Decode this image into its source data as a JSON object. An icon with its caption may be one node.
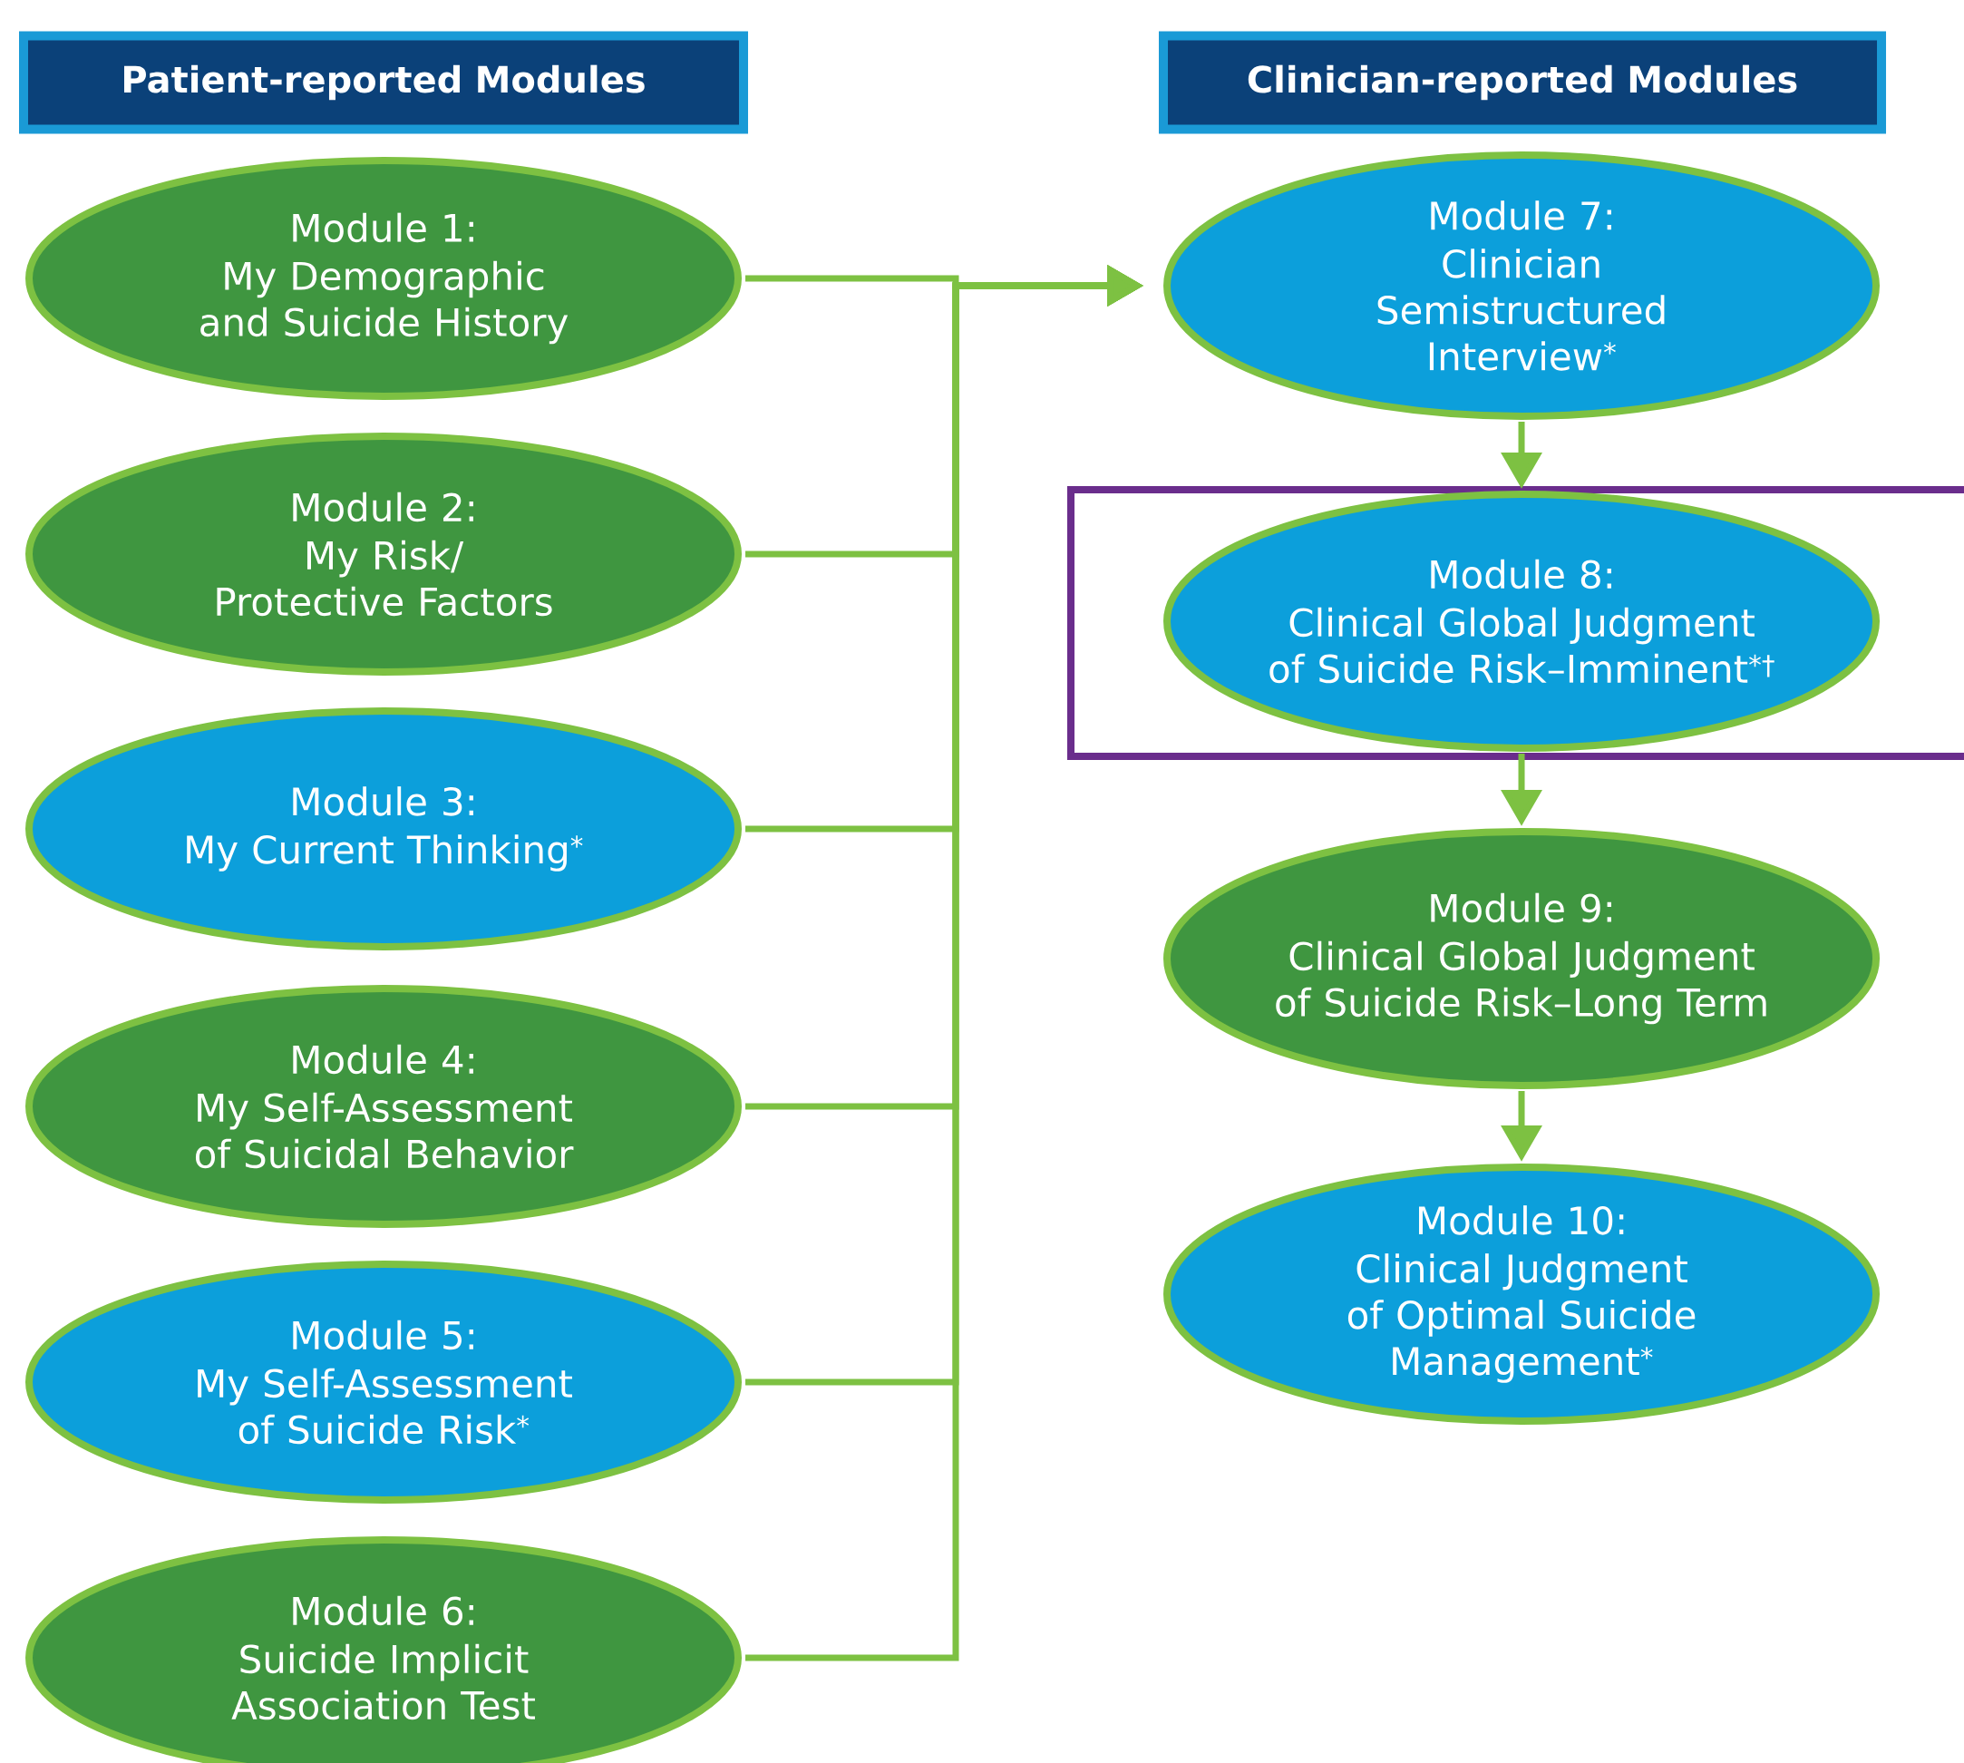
{
  "diagram": {
    "nodes": [
      {
        "text": [
          "Patient-reported Modules"
        ]
      },
      {
        "text": [
          "Clinician-reported Modules"
        ]
      },
      {
        "text": [
          "Module 1:",
          "My Demographic and Suicide History"
        ]
      },
      {
        "text": [
          "Module 2:",
          "My Risk/ Protective Factors"
        ]
      },
      {
        "text": [
          "Module 3:",
          "My Current Thinking$^{*}$"
        ]
      },
      {
        "text": [
          "Module 4:",
          "My Self-Assessment of Suicidal Behavior"
        ]
      },
      {
        "text": [
          "Module 5:",
          "My Self-Assessment of Suicide Risk$^{*}$"
        ]
      },
      {
        "text": [
          "Module 6:",
          "Suicide Implicit Association Test"
        ]
      },
      {
        "text": [
          "Module 7:",
          "Clinician Semistructured Interview$^{*}$"
        ]
      },
      {
        "text": [
          "Module 8:",
          "Clinical Global Judgment of Suicide Risk–Imminent$^{*†}$"
        ]
      },
      {
        "text": [
          "Module 9:",
          "Clinical Global Judgment of Suicide Risk–Long Term"
        ]
      },
      {
        "text": [
          "Module 10:",
          "Clinical Judgment of Optimal Suicide Management$^{*}$"
        ]
      }
    ],
    "edges": [
      {
        "from": 2,
        "to": 8,
        "arrow": "to"
      },
      {
        "from": 3,
        "to": 8,
        "arrow": "to"
      },
      {
        "from": 4,
        "to": 8,
        "arrow": "to"
      },
      {
        "from": 5,
        "to": 8,
        "arrow": "to"
      },
      {
        "from": 6,
        "to": 8,
        "arrow": "to"
      },
      {
        "from": 7,
        "to": 8,
        "arrow": "to"
      },
      {
        "from": 8,
        "to": 9,
        "arrow": "to"
      },
      {
        "from": 9,
        "to": 10,
        "arrow": "to"
      },
      {
        "from": 10,
        "to": 11,
        "arrow": "to"
      }
    ]
  }
}
